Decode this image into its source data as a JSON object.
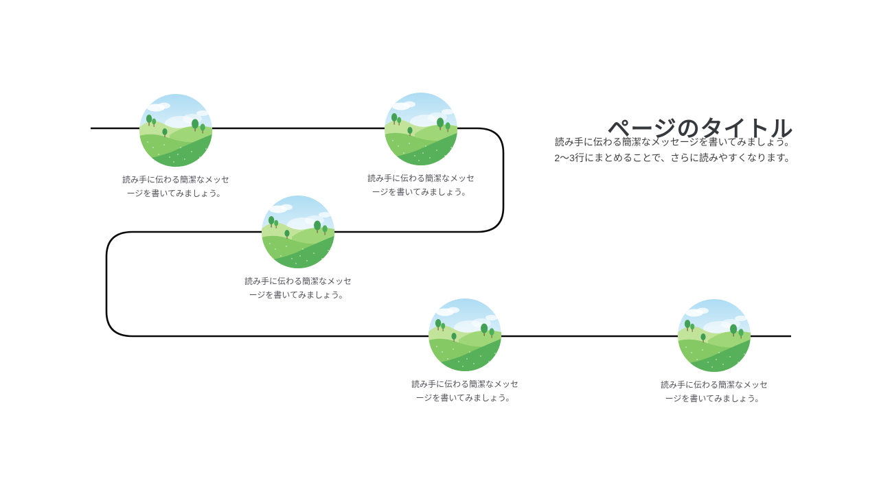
{
  "header": {
    "title": "ページのタイトル",
    "description_line1": "読み手に伝わる簡潔なメッセージを書いてみましょう。",
    "description_line2": "2〜3行にまとめることで、さらに読みやすくなります。"
  },
  "timeline": {
    "path_color": "#0a0a0a",
    "nodes": [
      {
        "illustration": "green-hills-landscape-icon",
        "caption_line1": "読み手に伝わる簡潔なメッセ",
        "caption_line2": "ージを書いてみましょう。"
      },
      {
        "illustration": "green-hills-landscape-icon",
        "caption_line1": "読み手に伝わる簡潔なメッセ",
        "caption_line2": "ージを書いてみましょう。"
      },
      {
        "illustration": "green-hills-landscape-icon",
        "caption_line1": "読み手に伝わる簡潔なメッセ",
        "caption_line2": "ージを書いてみましょう。"
      },
      {
        "illustration": "green-hills-landscape-icon",
        "caption_line1": "読み手に伝わる簡潔なメッセ",
        "caption_line2": "ージを書いてみましょう。"
      },
      {
        "illustration": "green-hills-landscape-icon",
        "caption_line1": "読み手に伝わる簡潔なメッセ",
        "caption_line2": "ージを書いてみましょう。"
      }
    ]
  },
  "colors": {
    "background": "#ffffff",
    "title_text": "#35383d",
    "body_text": "#3f3f3f",
    "caption_text": "#52525a",
    "sky_top": "#addcf3",
    "sky_bottom": "#ecf7fc",
    "cloud": "#ffffff",
    "hill_back": "#c2e49a",
    "hill_right": "#9fd677",
    "hill_mid": "#85c964",
    "hill_front": "#56b15a",
    "tree_foliage": "#43a155",
    "tree_trunk": "#8a6b4c"
  }
}
